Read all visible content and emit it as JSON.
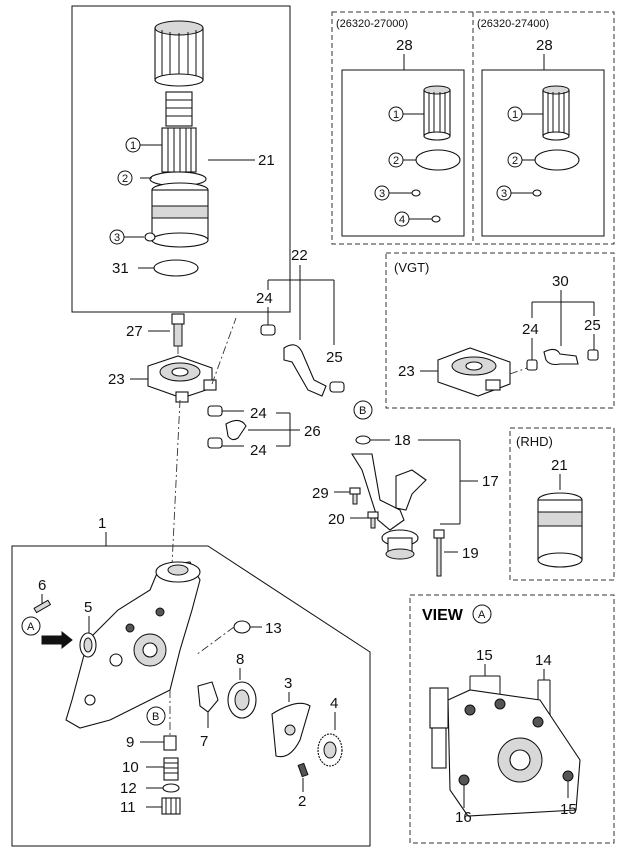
{
  "callouts": {
    "c1": "1",
    "c2": "2",
    "c3": "3",
    "c4": "4",
    "c5": "5",
    "c6": "6",
    "c7": "7",
    "c8": "8",
    "c9": "9",
    "c10": "10",
    "c11": "11",
    "c12": "12",
    "c13": "13",
    "c14": "14",
    "c15": "15",
    "c16": "16",
    "c17": "17",
    "c18": "18",
    "c19": "19",
    "c20": "20",
    "c21": "21",
    "c22": "22",
    "c23": "23",
    "c24": "24",
    "c25": "25",
    "c26": "26",
    "c27": "27",
    "c28": "28",
    "c29": "29",
    "c30": "30",
    "c31": "31"
  },
  "circled": {
    "one": "1",
    "two": "2",
    "three": "3",
    "four": "4"
  },
  "refs": {
    "a": "A",
    "b": "B"
  },
  "captions": {
    "kit_a": "(26320-27000)",
    "kit_b": "(26320-27400)",
    "vgt": "(VGT)",
    "rhd": "(RHD)",
    "view": "VIEW"
  }
}
